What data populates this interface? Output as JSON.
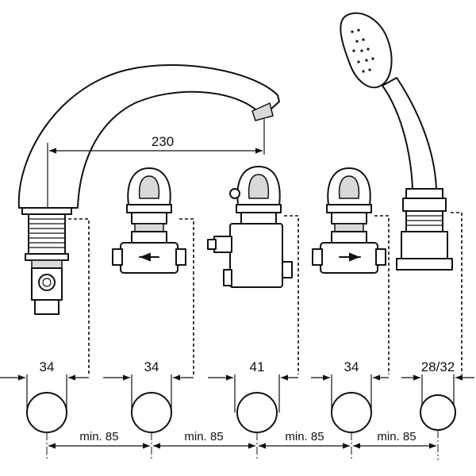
{
  "dimensions": {
    "spout_reach": "230",
    "holes": [
      "34",
      "34",
      "41",
      "34",
      "28/32"
    ],
    "spacings": [
      "min. 85",
      "min. 85",
      "min. 85",
      "min. 85"
    ]
  }
}
